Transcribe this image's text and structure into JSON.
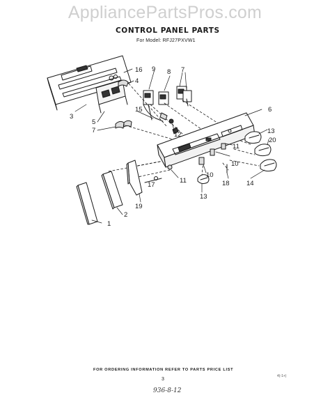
{
  "watermark": "AppliancePartsPros.com",
  "title": "CONTROL PANEL PARTS",
  "model_line": "For Model: RFJ27PXVW1",
  "callouts": [
    "1",
    "2",
    "3",
    "4",
    "5",
    "6",
    "7",
    "8",
    "9",
    "10",
    "11",
    "12",
    "13",
    "14",
    "15",
    "16",
    "17",
    "18",
    "19",
    "20"
  ],
  "footer": {
    "ordering_note": "FOR ORDERING INFORMATION REFER TO PARTS PRICE LIST",
    "page_number": "3",
    "side_code": "4(-1+)",
    "handwritten_code": "936-8-12"
  }
}
